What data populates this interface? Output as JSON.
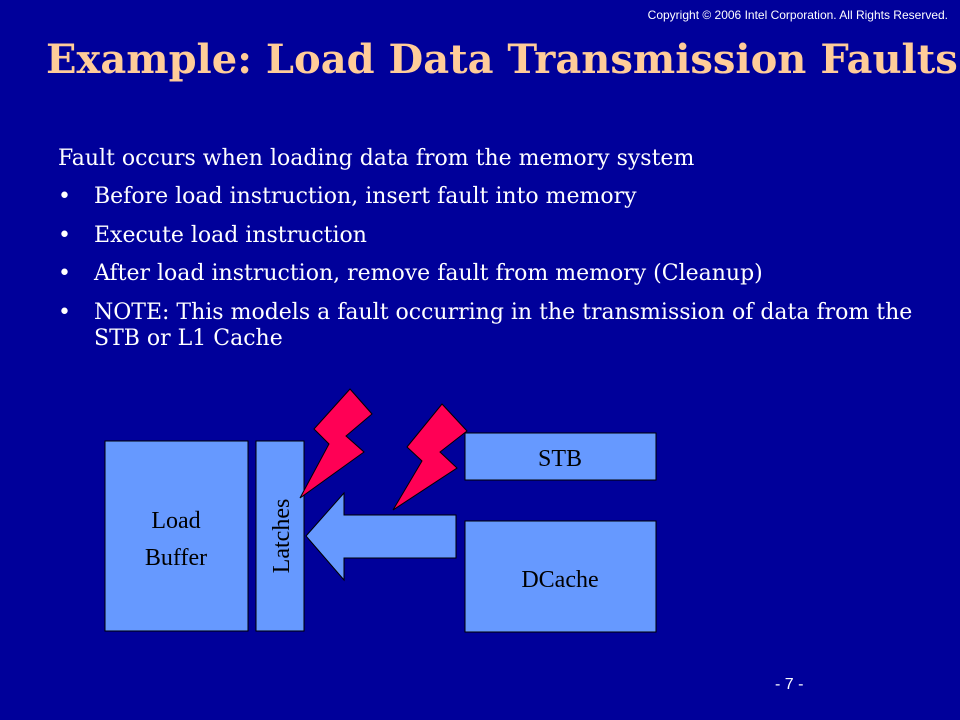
{
  "header": {
    "copyright": "Copyright © 2006  Intel Corporation.  All Rights Reserved."
  },
  "slide": {
    "title": "Example: Load Data Transmission Faults",
    "intro": "Fault occurs when loading data from the memory system",
    "bullets": [
      "Before load instruction, insert fault into memory",
      "Execute load instruction",
      "After load instruction, remove fault from memory (Cleanup)",
      "NOTE: This models a fault occurring in the transmission of data from the STB or L1 Cache"
    ]
  },
  "diagram": {
    "load_buffer_line1": "Load",
    "load_buffer_line2": "Buffer",
    "latches": "Latches",
    "stb": "STB",
    "dcache": "DCache",
    "colors": {
      "block_fill": "#6699ff",
      "block_stroke": "#000000",
      "bolt_fill": "#ff0055",
      "text": "#000000"
    }
  },
  "footer": {
    "page_number": "- 7 -"
  },
  "theme": {
    "background": "#00009a",
    "title_color": "#ffcc99",
    "body_text": "#ffffff"
  }
}
